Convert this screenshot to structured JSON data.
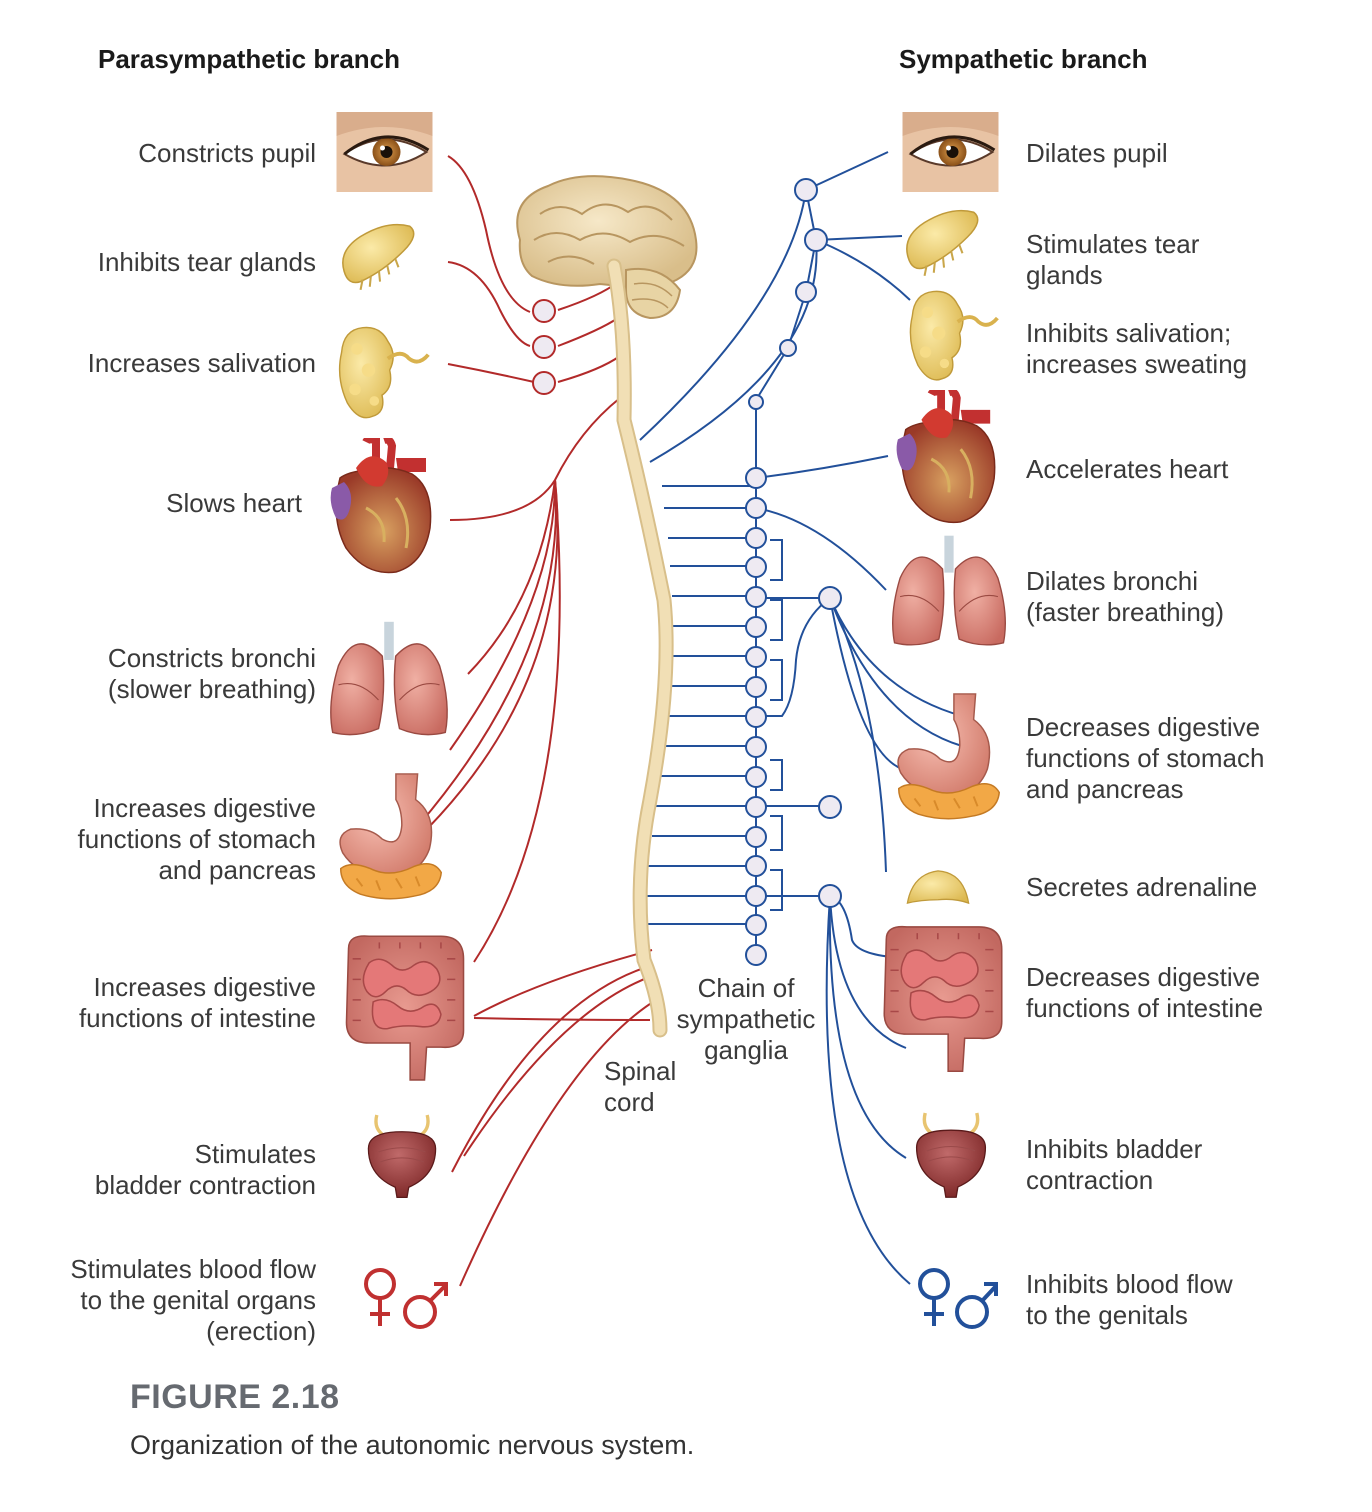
{
  "titles": {
    "left": "Parasympathetic branch",
    "right": "Sympathetic branch"
  },
  "colors": {
    "parasympathetic": "#b22a2a",
    "sympathetic": "#22509a",
    "spinal_cord": "#f1dfb5",
    "ganglion_fill": "#eeeaf2",
    "figure_number": "#666a70"
  },
  "parasympathetic_effects": [
    {
      "lines": [
        "Constricts pupil"
      ],
      "organ": "eye-icon"
    },
    {
      "lines": [
        "Inhibits tear glands"
      ],
      "organ": "tear-gland-icon"
    },
    {
      "lines": [
        "Increases salivation"
      ],
      "organ": "salivary-gland-icon"
    },
    {
      "lines": [
        "Slows heart"
      ],
      "organ": "heart-icon"
    },
    {
      "lines": [
        "Constricts bronchi",
        "(slower breathing)"
      ],
      "organ": "lungs-icon"
    },
    {
      "lines": [
        "Increases digestive",
        "functions of stomach",
        "and pancreas"
      ],
      "organ": "stomach-icon"
    },
    {
      "lines": [
        "Increases digestive",
        "functions of intestine"
      ],
      "organ": "intestine-icon"
    },
    {
      "lines": [
        "Stimulates",
        "bladder contraction"
      ],
      "organ": "bladder-icon"
    },
    {
      "lines": [
        "Stimulates blood flow",
        "to the genital organs",
        "(erection)"
      ],
      "organ": "genital-symbols-icon"
    }
  ],
  "sympathetic_effects": [
    {
      "lines": [
        "Dilates pupil"
      ],
      "organ": "eye-icon"
    },
    {
      "lines": [
        "Stimulates tear",
        "glands"
      ],
      "organ": "tear-gland-icon"
    },
    {
      "lines": [
        "Inhibits salivation;",
        "increases sweating"
      ],
      "organ": "salivary-gland-icon"
    },
    {
      "lines": [
        "Accelerates heart"
      ],
      "organ": "heart-icon"
    },
    {
      "lines": [
        "Dilates bronchi",
        "(faster breathing)"
      ],
      "organ": "lungs-icon"
    },
    {
      "lines": [
        "Decreases digestive",
        "functions of stomach",
        "and pancreas"
      ],
      "organ": "stomach-icon"
    },
    {
      "lines": [
        "Secretes adrenaline"
      ],
      "organ": "adrenal-gland-icon"
    },
    {
      "lines": [
        "Decreases digestive",
        "functions of intestine"
      ],
      "organ": "intestine-icon"
    },
    {
      "lines": [
        "Inhibits bladder",
        "contraction"
      ],
      "organ": "bladder-icon"
    },
    {
      "lines": [
        "Inhibits blood flow",
        "to the genitals"
      ],
      "organ": "genital-symbols-icon"
    }
  ],
  "center_labels": {
    "chain": [
      "Chain of",
      "sympathetic",
      "ganglia"
    ],
    "cord": [
      "Spinal",
      "cord"
    ]
  },
  "center_structures": [
    "brain-icon",
    "spinal-cord",
    "sympathetic-ganglia-chain"
  ],
  "figure": {
    "number": "FIGURE 2.18",
    "caption": "Organization of the autonomic nervous system."
  }
}
